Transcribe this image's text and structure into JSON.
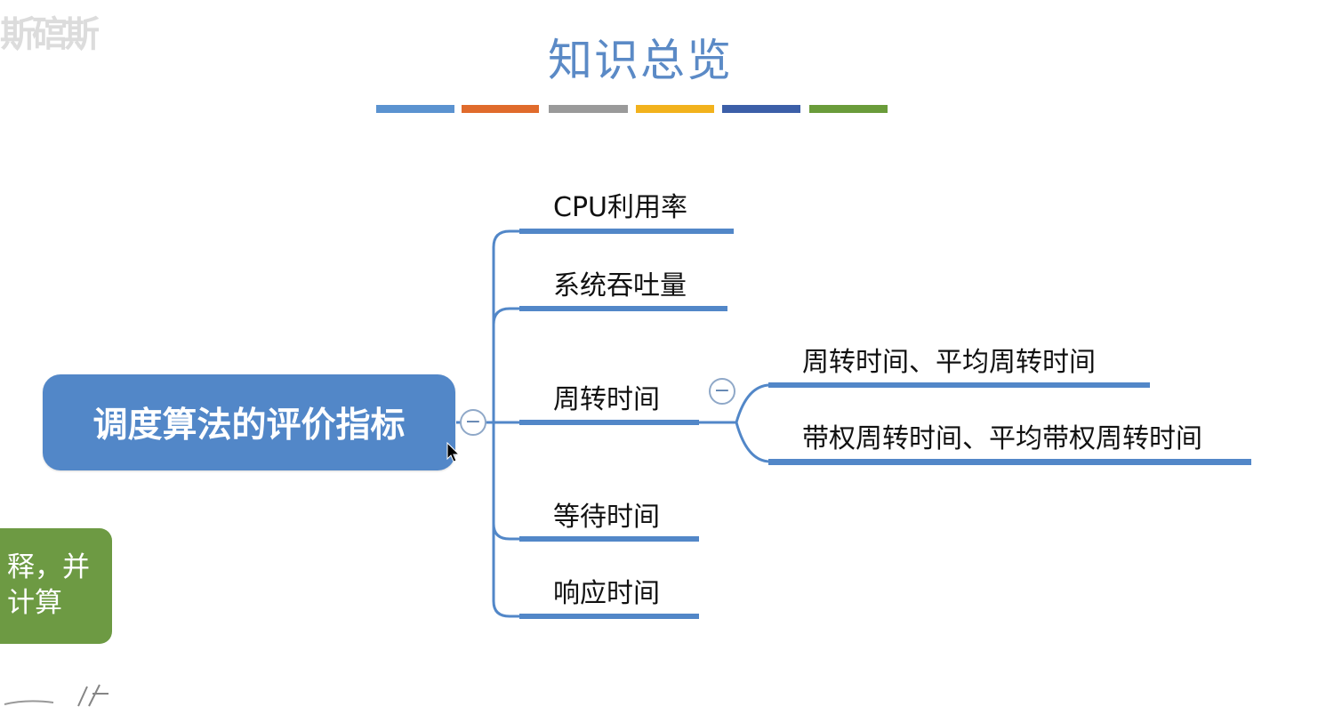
{
  "title": "知识总览",
  "colors": {
    "title": "#5b8ac6",
    "root_fill": "#5287c8",
    "branch": "#5287c8",
    "side_card": "#6d9a43",
    "bars": [
      "#5b93d0",
      "#e06b2c",
      "#9a9a9a",
      "#f2b21d",
      "#3c5fa8",
      "#6a9c3a"
    ]
  },
  "root": {
    "label": "调度算法的评价指标"
  },
  "branches": [
    {
      "label": "CPU利用率"
    },
    {
      "label": "系统吞吐量"
    },
    {
      "label": "周转时间",
      "children": [
        {
          "label": "周转时间、平均周转时间"
        },
        {
          "label": "带权周转时间、平均带权周转时间"
        }
      ]
    },
    {
      "label": "等待时间"
    },
    {
      "label": "响应时间"
    }
  ],
  "collapse_icon": {
    "glyph": "−"
  },
  "side_card": {
    "lines": [
      "释，并",
      "计算"
    ]
  }
}
